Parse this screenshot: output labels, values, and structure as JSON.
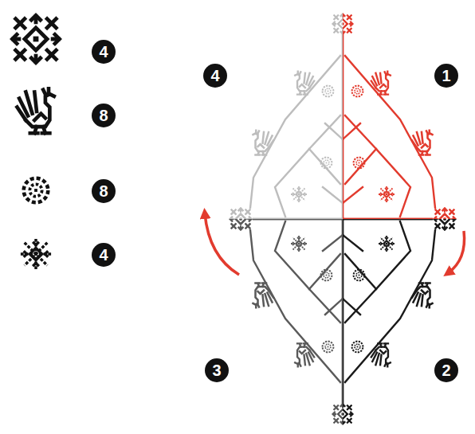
{
  "diagram": {
    "nodes": [
      {
        "text": [
          "4"
        ]
      },
      {
        "text": [
          "4"
        ]
      },
      {
        "text": [
          "1"
        ]
      },
      {
        "text": [
          "8"
        ]
      },
      {
        "text": [
          "8"
        ]
      },
      {
        "text": [
          "4"
        ]
      },
      {
        "text": [
          "3"
        ]
      },
      {
        "text": [
          "2"
        ]
      }
    ]
  }
}
